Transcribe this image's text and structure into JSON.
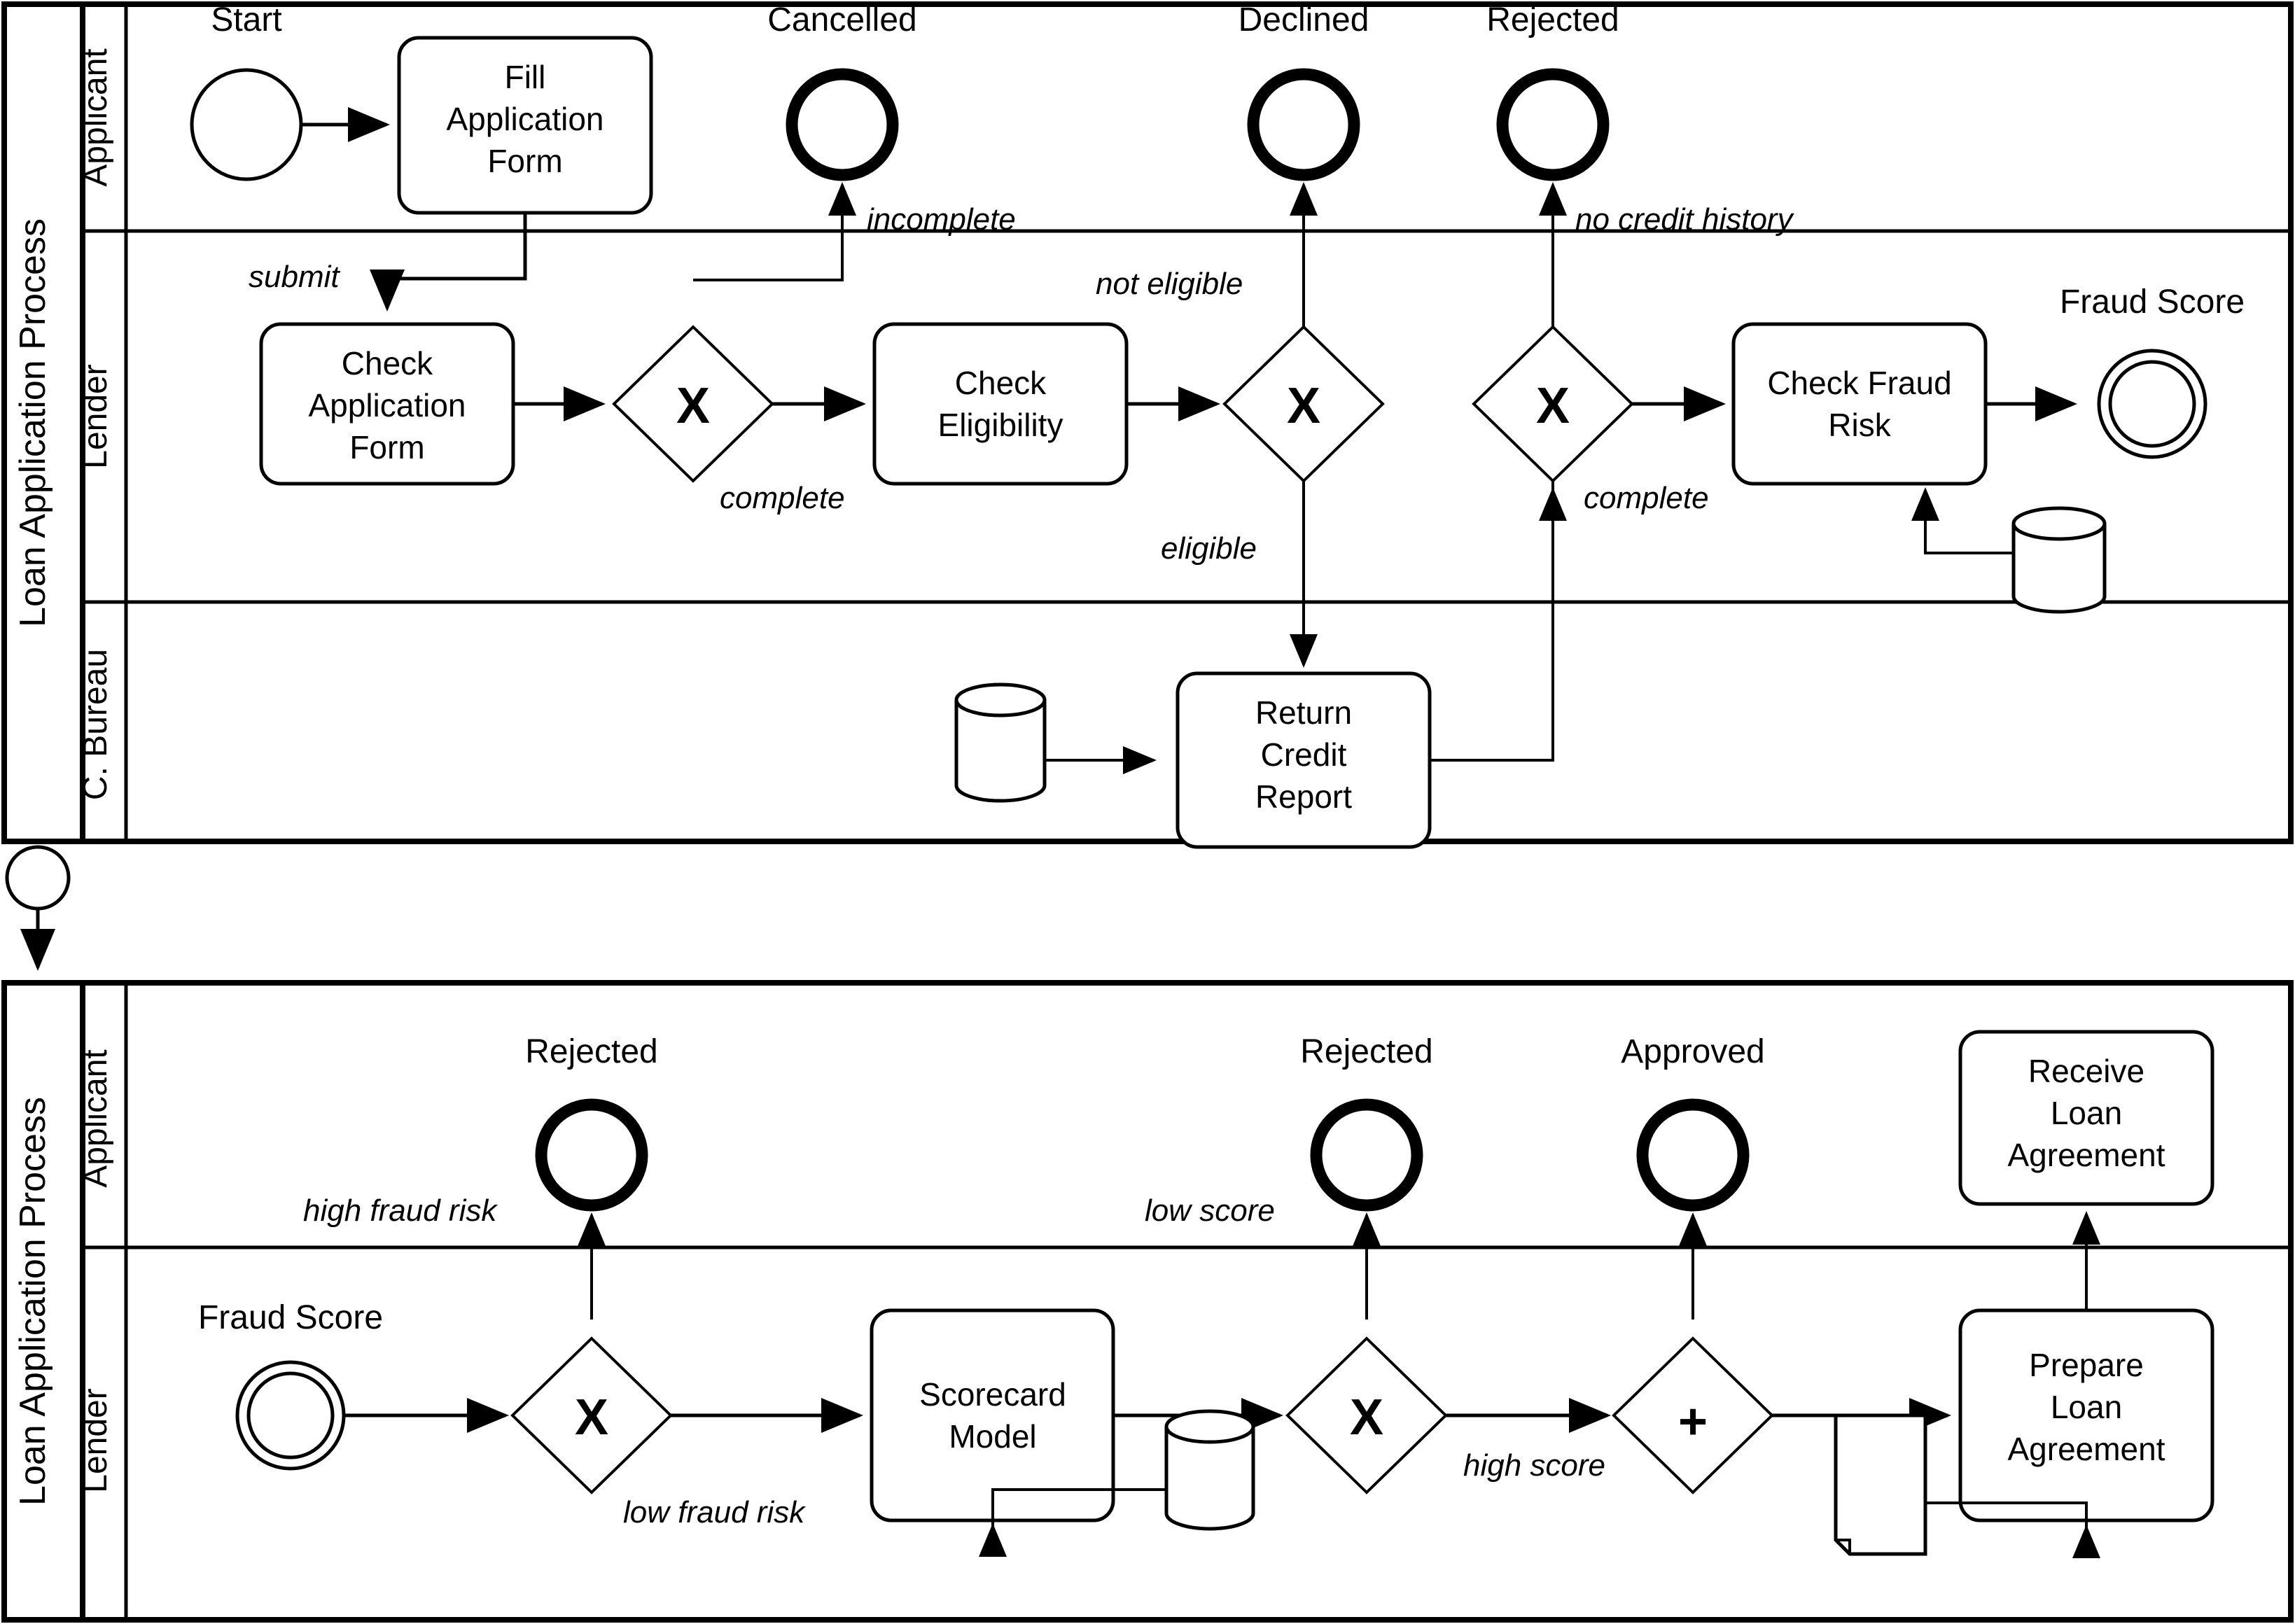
{
  "diagram": {
    "notation": "BPMN",
    "title_shown_in_pool_headers": "Loan Application Process"
  },
  "pools": [
    {
      "name": "pool-1",
      "label": "Loan Application Process",
      "lanes": [
        {
          "name": "lane-applicant-1",
          "label": "Applicant"
        },
        {
          "name": "lane-lender-1",
          "label": "Lender"
        },
        {
          "name": "lane-cbureau-1",
          "label": "C. Bureau"
        }
      ],
      "events": [
        {
          "id": "start-1",
          "label": "Start",
          "type": "start",
          "lane": "Applicant"
        },
        {
          "id": "end-cancelled",
          "label": "Cancelled",
          "type": "end",
          "lane": "Applicant"
        },
        {
          "id": "end-declined",
          "label": "Declined",
          "type": "end",
          "lane": "Applicant"
        },
        {
          "id": "end-rejected-1",
          "label": "Rejected",
          "type": "end",
          "lane": "Applicant"
        },
        {
          "id": "int-fraud-score-out",
          "label": "Fraud Score",
          "type": "intermediate",
          "lane": "Lender"
        }
      ],
      "tasks": [
        {
          "id": "fill-application-form",
          "label": "Fill Application Form",
          "lines": [
            "Fill",
            "Application",
            "Form"
          ],
          "lane": "Applicant"
        },
        {
          "id": "check-application-form",
          "label": "Check Application Form",
          "lines": [
            "Check",
            "Application",
            "Form"
          ],
          "lane": "Lender"
        },
        {
          "id": "check-eligibility",
          "label": "Check Eligibility",
          "lines": [
            "Check",
            "Eligibility"
          ],
          "lane": "Lender"
        },
        {
          "id": "check-fraud-risk",
          "label": "Check Fraud Risk",
          "lines": [
            "Check Fraud",
            "Risk"
          ],
          "lane": "Lender"
        },
        {
          "id": "return-credit-report",
          "label": "Return Credit Report",
          "lines": [
            "Return",
            "Credit",
            "Report"
          ],
          "lane": "C. Bureau"
        }
      ],
      "gateways": [
        {
          "id": "gw-completeness",
          "symbol": "X",
          "type": "exclusive",
          "lane": "Lender"
        },
        {
          "id": "gw-eligibility",
          "symbol": "X",
          "type": "exclusive",
          "lane": "Lender"
        },
        {
          "id": "gw-credit-history",
          "symbol": "X",
          "type": "exclusive",
          "lane": "Lender"
        }
      ],
      "data_stores": [
        {
          "id": "fraud-data-store",
          "lane": "Lender"
        },
        {
          "id": "credit-data-store",
          "lane": "C. Bureau"
        }
      ],
      "flow_labels": [
        {
          "id": "flow-submit",
          "label": "submit"
        },
        {
          "id": "flow-incomplete",
          "label": "incomplete"
        },
        {
          "id": "flow-complete-1",
          "label": "complete"
        },
        {
          "id": "flow-not-eligible",
          "label": "not eligible"
        },
        {
          "id": "flow-eligible",
          "label": "eligible"
        },
        {
          "id": "flow-no-credit-history",
          "label": "no credit history"
        },
        {
          "id": "flow-complete-2",
          "label": "complete"
        }
      ]
    },
    {
      "name": "pool-2",
      "label": "Loan Application Process",
      "lanes": [
        {
          "name": "lane-applicant-2",
          "label": "Applicant"
        },
        {
          "name": "lane-lender-2",
          "label": "Lender"
        }
      ],
      "events": [
        {
          "id": "int-fraud-score-in",
          "label": "Fraud Score",
          "type": "intermediate",
          "lane": "Lender"
        },
        {
          "id": "end-rejected-2",
          "label": "Rejected",
          "type": "end",
          "lane": "Applicant"
        },
        {
          "id": "end-rejected-3",
          "label": "Rejected",
          "type": "end",
          "lane": "Applicant"
        },
        {
          "id": "end-approved",
          "label": "Approved",
          "type": "end",
          "lane": "Applicant"
        }
      ],
      "tasks": [
        {
          "id": "scorecard-model",
          "label": "Scorecard Model",
          "lines": [
            "Scorecard",
            "Model"
          ],
          "lane": "Lender"
        },
        {
          "id": "prepare-loan-agreement",
          "label": "Prepare Loan Agreement",
          "lines": [
            "Prepare",
            "Loan",
            "Agreement"
          ],
          "lane": "Lender"
        },
        {
          "id": "receive-loan-agreement",
          "label": "Receive Loan Agreement",
          "lines": [
            "Receive",
            "Loan",
            "Agreement"
          ],
          "lane": "Applicant"
        }
      ],
      "gateways": [
        {
          "id": "gw-fraud-risk",
          "symbol": "X",
          "type": "exclusive",
          "lane": "Lender"
        },
        {
          "id": "gw-score",
          "symbol": "X",
          "type": "exclusive",
          "lane": "Lender"
        },
        {
          "id": "gw-parallel",
          "symbol": "+",
          "type": "parallel",
          "lane": "Lender"
        }
      ],
      "data_stores": [
        {
          "id": "scorecard-data-store",
          "lane": "Lender"
        }
      ],
      "data_objects": [
        {
          "id": "loan-agreement-document",
          "lane": "Lender"
        }
      ],
      "flow_labels": [
        {
          "id": "flow-high-fraud-risk",
          "label": "high fraud risk"
        },
        {
          "id": "flow-low-fraud-risk",
          "label": "low fraud risk"
        },
        {
          "id": "flow-low-score",
          "label": "low score"
        },
        {
          "id": "flow-high-score",
          "label": "high score"
        }
      ]
    }
  ],
  "colors": {
    "stroke": "#000000",
    "fill": "#ffffff"
  }
}
